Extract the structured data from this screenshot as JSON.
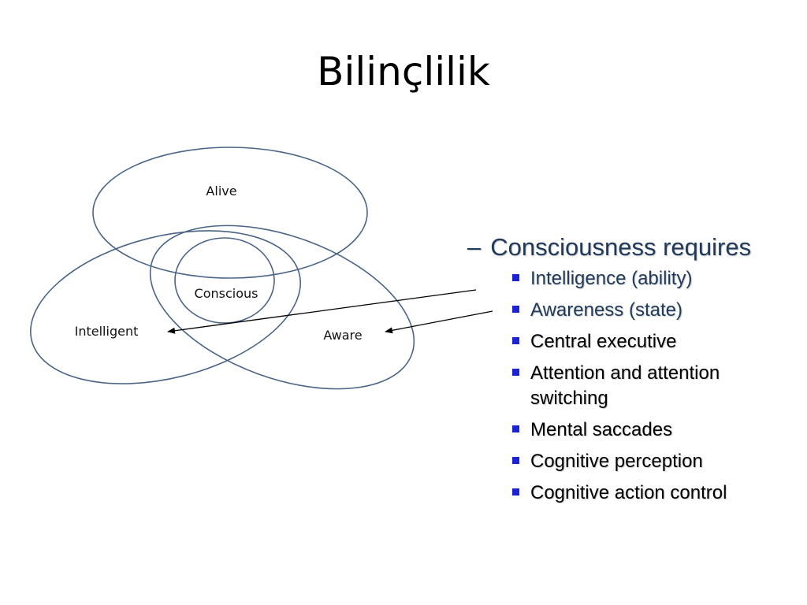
{
  "title": "Bilinçlilik",
  "diagram": {
    "labels": {
      "alive": "Alive",
      "conscious": "Conscious",
      "intelligent": "Intelligent",
      "aware": "Aware"
    },
    "colors": {
      "ellipse_stroke": "#4a6585",
      "arrow": "#000000"
    }
  },
  "bullets": {
    "heading": "Consciousness requires",
    "heading_marker": "–",
    "items": [
      {
        "text": "Intelligence (ability)",
        "color": "#1f3a5a"
      },
      {
        "text": "Awareness (state)",
        "color": "#1f3a5a"
      },
      {
        "text": "Central executive",
        "color": "#000000"
      },
      {
        "text": "Attention and attention switching",
        "color": "#000000"
      },
      {
        "text": "Mental saccades",
        "color": "#000000"
      },
      {
        "text": "Cognitive perception",
        "color": "#000000"
      },
      {
        "text": "Cognitive action control",
        "color": "#000000"
      }
    ],
    "bullet_color": "#1a23d6"
  }
}
